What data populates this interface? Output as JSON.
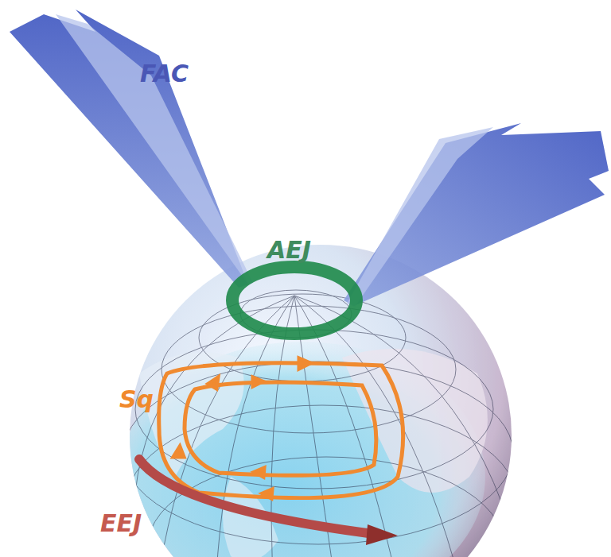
{
  "diagram": {
    "labels": [
      "FAC",
      "AEJ",
      "Sq",
      "EEJ"
    ]
  }
}
